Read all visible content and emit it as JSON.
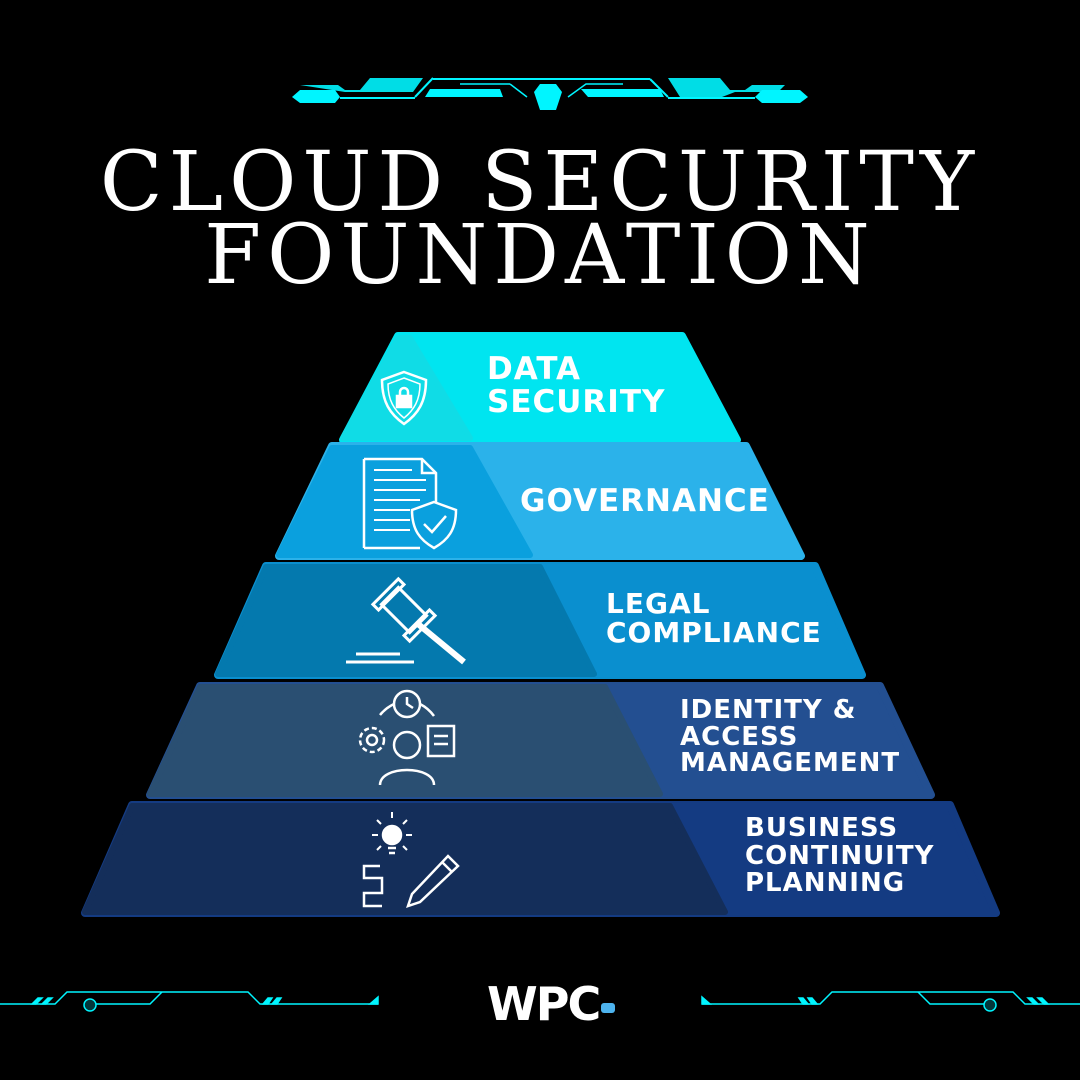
{
  "title": {
    "line1": "CLOUD SECURITY",
    "line2": "FOUNDATION"
  },
  "layers": [
    {
      "label_lines": [
        "DATA",
        "SECURITY"
      ],
      "icon": "shield-lock-icon",
      "color": "#00E5F0",
      "shade": "#10DCE6"
    },
    {
      "label_lines": [
        "GOVERNANCE"
      ],
      "icon": "document-shield-icon",
      "color": "#2BB2EA",
      "shade": "#0AA0DE"
    },
    {
      "label_lines": [
        "LEGAL",
        "COMPLIANCE"
      ],
      "icon": "gavel-icon",
      "color": "#0A8FCF",
      "shade": "#0479AE"
    },
    {
      "label_lines": [
        "IDENTITY &",
        "ACCESS",
        "MANAGEMENT"
      ],
      "icon": "user-management-icon",
      "color": "#234F91",
      "shade": "#2A4F72"
    },
    {
      "label_lines": [
        "BUSINESS",
        "CONTINUITY",
        "PLANNING"
      ],
      "icon": "idea-plan-icon",
      "color": "#143B82",
      "shade": "#142E5A"
    }
  ],
  "logo": {
    "text": "WPC",
    "accent": "#4DB3EE"
  },
  "accent_color": "#00F5FF"
}
